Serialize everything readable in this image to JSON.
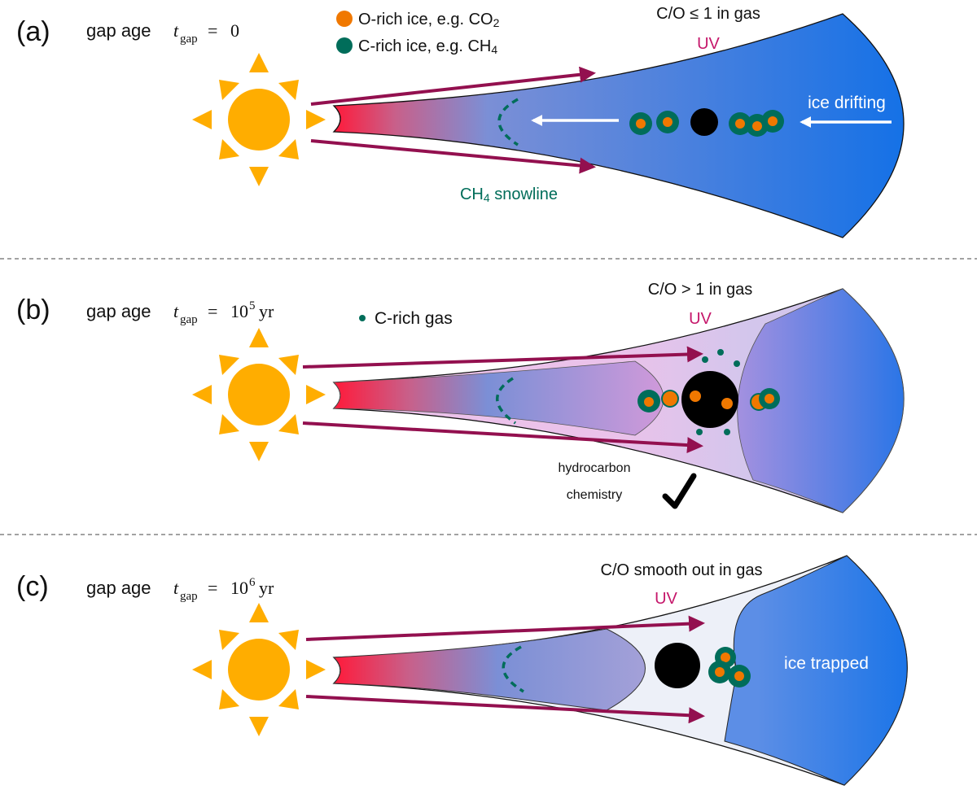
{
  "panels": [
    {
      "label": "(a)",
      "gap_age_prefix": "gap age",
      "t_symbol": "t",
      "t_subscript": "gap",
      "equals": "=",
      "value": "0",
      "exponent": "",
      "unit": "",
      "co_text": "C/O ≤ 1 in gas",
      "uv": "UV",
      "snowline_label_main": "CH",
      "snowline_label_sub": "4",
      "snowline_label_rest": " snowline",
      "drift_label": "ice drifting"
    },
    {
      "label": "(b)",
      "gap_age_prefix": "gap age",
      "t_symbol": "t",
      "t_subscript": "gap",
      "equals": "=",
      "value": "10",
      "exponent": "5",
      "unit": "yr",
      "co_text": "C/O > 1 in gas",
      "uv": "UV",
      "chem_line1": "hydrocarbon",
      "chem_line2": "chemistry",
      "check": "✔"
    },
    {
      "label": "(c)",
      "gap_age_prefix": "gap age",
      "t_symbol": "t",
      "t_subscript": "gap",
      "equals": "=",
      "value": "10",
      "exponent": "6",
      "unit": "yr",
      "co_text": "C/O smooth out in gas",
      "uv": "UV",
      "trapped_label": "ice trapped"
    }
  ],
  "legend": {
    "o_rich": {
      "main": "O-rich ice, e.g. CO",
      "sub": "2"
    },
    "c_rich": {
      "main": "C-rich ice, e.g. CH",
      "sub": "4"
    },
    "c_gas": "C-rich gas"
  },
  "colors": {
    "sun": "#FFAD00",
    "arrow": "#93104F",
    "uv": "#C5166A",
    "orange": "#F07800",
    "teal": "#006D5A",
    "disk_inner": "#FF1A3A",
    "disk_mid": "#7B8FD6",
    "disk_outer": "#0A6EE8",
    "gap_b": "#E8C4EA",
    "gap_c": "#EDF0F8"
  }
}
